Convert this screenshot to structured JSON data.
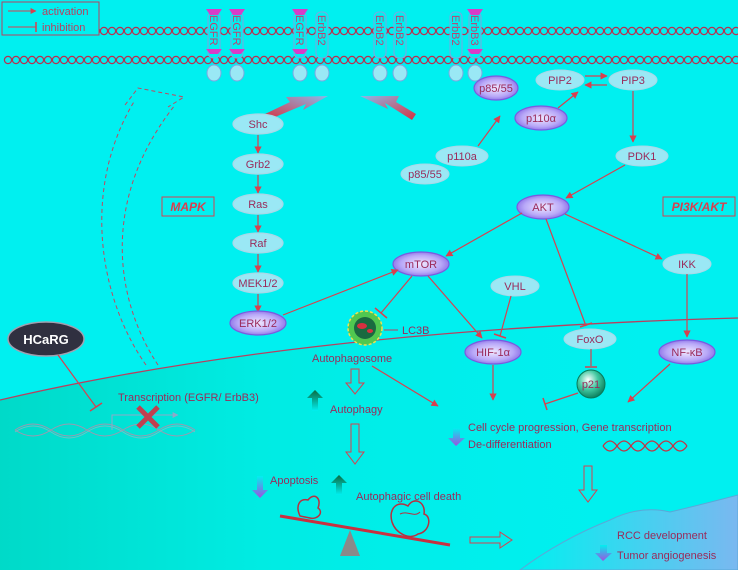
{
  "legend": {
    "activation": "activation",
    "inhibition": "inhibition"
  },
  "receptors": [
    "EGFR",
    "EGFR",
    "EGFR",
    "ErbB2",
    "ErbB2",
    "ErbB2",
    "ErbB2",
    "ErbB3"
  ],
  "mapk": {
    "title": "MAPK",
    "nodes": [
      "Shc",
      "Grb2",
      "Ras",
      "Raf",
      "MEK1/2",
      "ERK1/2"
    ]
  },
  "pi3k": {
    "title": "PI3K/AKT",
    "p85_55_top": "p85/55",
    "pip2": "PIP2",
    "pip3": "PIP3",
    "p110a_active": "p110α",
    "p110a_free": "p110a",
    "p85_55_free": "p85/55",
    "pdk1": "PDK1",
    "akt": "AKT",
    "ikk": "IKK",
    "vhl": "VHL",
    "mtor": "mTOR",
    "hif": "HIF-1α",
    "foxo": "FoxO",
    "nfkb": "NF-κB",
    "p21": "p21"
  },
  "autophagy": {
    "lc3b": "LC3B",
    "autophagosome": "Autophagosome",
    "autophagy": "Autophagy",
    "apoptosis": "Apoptosis",
    "cell_death": "Autophagic cell death"
  },
  "nucleus": {
    "hcarg": "HCaRG",
    "transcription": "Transcription (EGFR/ ErbB3)"
  },
  "outcomes": {
    "cell_cycle": "Cell cycle progression, Gene transcription",
    "dediff": "De-differentiation",
    "rcc": "RCC development",
    "angio": "Tumor angiogenesis"
  },
  "colors": {
    "background": "#00f0f0",
    "arrow": "#d8404f",
    "node_fill": "#9ae8f5",
    "active_fill": "#8a7ae8",
    "receptor": "#d83cc8",
    "text": "#9a2a5a"
  }
}
